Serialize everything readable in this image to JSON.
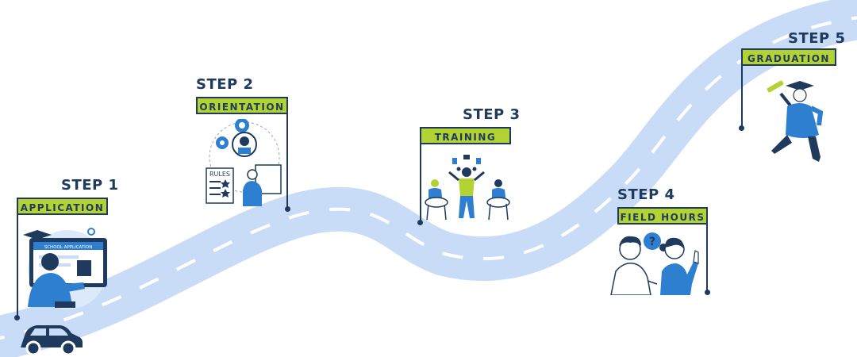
{
  "colors": {
    "road": "#c9dcf7",
    "road_marking": "#ffffff",
    "flag_fill": "#b3d334",
    "navy": "#1f3a5c",
    "accent_blue": "#2f7fd1"
  },
  "steps": [
    {
      "title": "STEP 1",
      "label": "APPLICATION",
      "illustration_icon": "laptop-application-icon"
    },
    {
      "title": "STEP 2",
      "label": "ORIENTATION",
      "illustration_icon": "rules-gears-icon"
    },
    {
      "title": "STEP 3",
      "label": "TRAINING",
      "illustration_icon": "training-group-icon"
    },
    {
      "title": "STEP 4",
      "label": "FIELD HOURS",
      "illustration_icon": "conversation-icon"
    },
    {
      "title": "STEP 5",
      "label": "GRADUATION",
      "illustration_icon": "graduate-jumping-icon"
    }
  ],
  "illustrations": {
    "laptop_screen_text": "SCHOOL APPLICATION",
    "rules_text": "RULES",
    "question_mark": "?"
  },
  "vehicle_icon": "car-icon"
}
